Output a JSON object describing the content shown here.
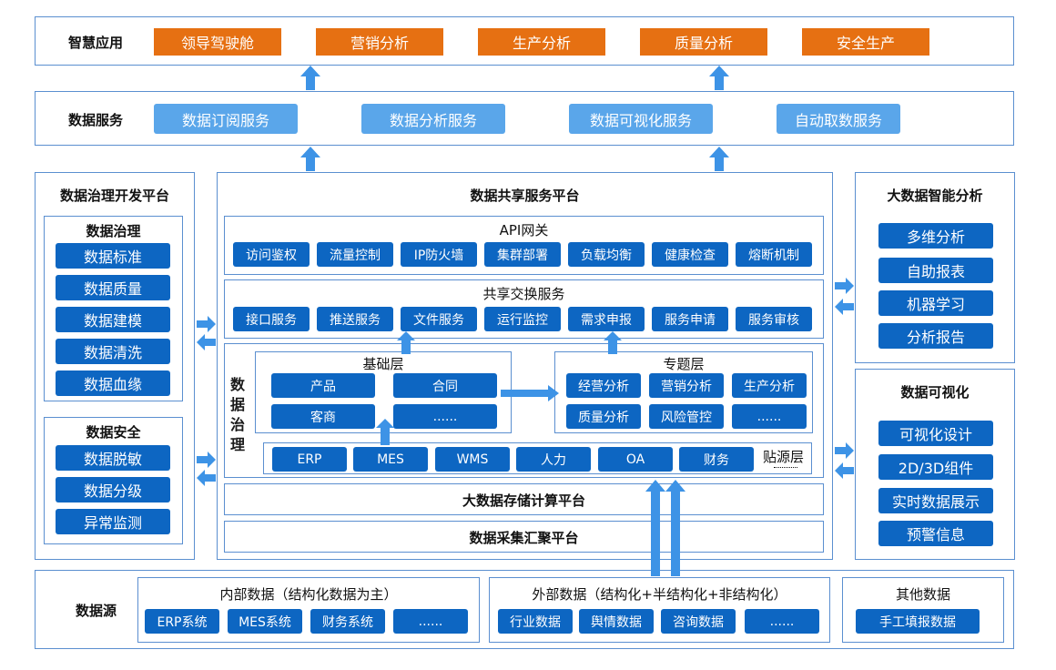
{
  "apps": {
    "title": "智慧应用",
    "items": [
      "领导驾驶舱",
      "营销分析",
      "生产分析",
      "质量分析",
      "安全生产"
    ]
  },
  "services": {
    "title": "数据服务",
    "items": [
      "数据订阅服务",
      "数据分析服务",
      "数据可视化服务",
      "自动取数服务"
    ]
  },
  "governance_platform": {
    "title": "数据治理开发平台",
    "governance": {
      "title": "数据治理",
      "items": [
        "数据标准",
        "数据质量",
        "数据建模",
        "数据清洗",
        "数据血缘"
      ]
    },
    "security": {
      "title": "数据安全",
      "items": [
        "数据脱敏",
        "数据分级",
        "异常监测"
      ]
    }
  },
  "sharing_platform": {
    "title": "数据共享服务平台",
    "api_gateway": {
      "title": "API网关",
      "items": [
        "访问鉴权",
        "流量控制",
        "IP防火墙",
        "集群部署",
        "负载均衡",
        "健康检查",
        "熔断机制"
      ]
    },
    "exchange": {
      "title": "共享交换服务",
      "items": [
        "接口服务",
        "推送服务",
        "文件服务",
        "运行监控",
        "需求申报",
        "服务申请",
        "服务审核"
      ]
    },
    "governance": {
      "title": "数据治理",
      "base_layer": {
        "title": "基础层",
        "items": [
          "产品",
          "合同",
          "客商",
          "......"
        ]
      },
      "topic_layer": {
        "title": "专题层",
        "items": [
          "经营分析",
          "营销分析",
          "生产分析",
          "质量分析",
          "风险管控",
          "......"
        ]
      },
      "source_layer": {
        "title": "贴源层",
        "items": [
          "ERP",
          "MES",
          "WMS",
          "人力",
          "OA",
          "财务"
        ]
      }
    },
    "storage": "大数据存储计算平台",
    "collection": "数据采集汇聚平台"
  },
  "bigdata_analysis": {
    "title": "大数据智能分析",
    "items": [
      "多维分析",
      "自助报表",
      "机器学习",
      "分析报告"
    ]
  },
  "visualization": {
    "title": "数据可视化",
    "items": [
      "可视化设计",
      "2D/3D组件",
      "实时数据展示",
      "预警信息"
    ]
  },
  "data_sources": {
    "title": "数据源",
    "internal": {
      "title": "内部数据（结构化数据为主）",
      "items": [
        "ERP系统",
        "MES系统",
        "财务系统",
        "......"
      ]
    },
    "external": {
      "title": "外部数据（结构化+半结构化+非结构化）",
      "items": [
        "行业数据",
        "舆情数据",
        "咨询数据",
        "......"
      ]
    },
    "other": {
      "title": "其他数据",
      "items": [
        "手工填报数据"
      ]
    }
  },
  "colors": {
    "orange": "#e67012",
    "light_blue": "#5aa6ea",
    "blue": "#0d66c2",
    "border": "#5b8fd0",
    "arrow": "#3d93e6"
  }
}
